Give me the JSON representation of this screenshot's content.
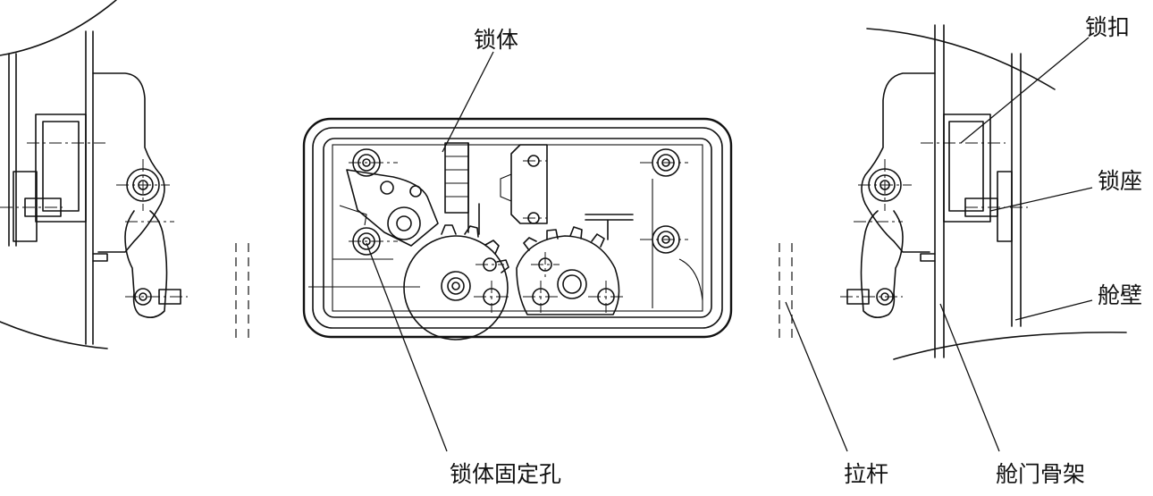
{
  "labels": {
    "lock_body": "锁体",
    "lock_fixing_hole": "锁体固定孔",
    "latch": "锁扣",
    "lock_seat": "锁座",
    "cabin_wall": "舱壁",
    "pull_rod": "拉杆",
    "door_frame": "舱门骨架"
  }
}
